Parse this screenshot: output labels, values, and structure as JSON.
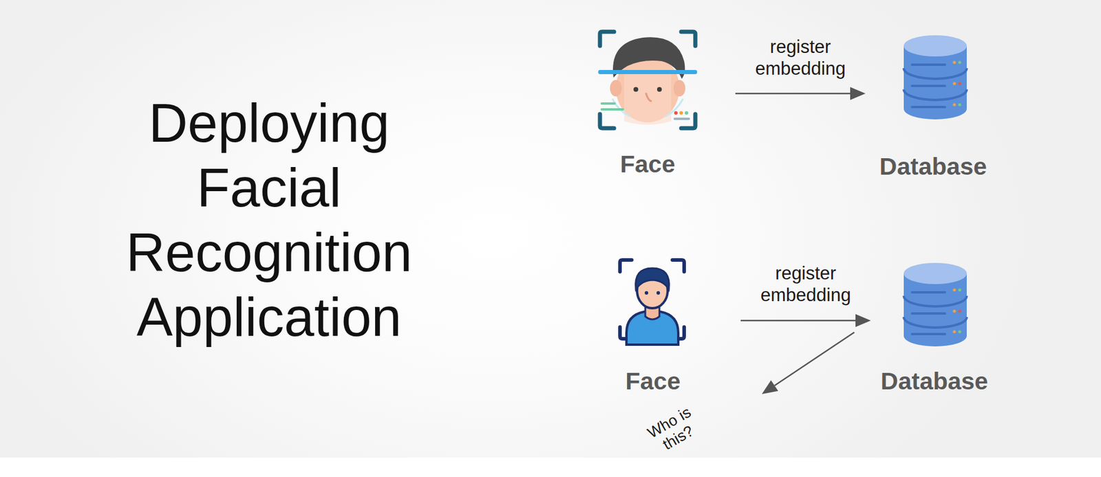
{
  "diagram": {
    "title": "Deploying Facial Recognition Application",
    "nodes": [
      {
        "text": [
          "Face"
        ]
      },
      {
        "text": [
          "Database"
        ]
      },
      {
        "text": [
          "Face"
        ]
      },
      {
        "text": [
          "Database"
        ]
      }
    ],
    "edges": [
      {
        "from": 0,
        "to": 1,
        "arrow": "to",
        "label": "register embedding"
      },
      {
        "from": 2,
        "to": 3,
        "arrow": "to",
        "label": "register embedding"
      },
      {
        "from": 3,
        "to": 2,
        "arrow": "to",
        "label": "Who is this?"
      }
    ]
  }
}
